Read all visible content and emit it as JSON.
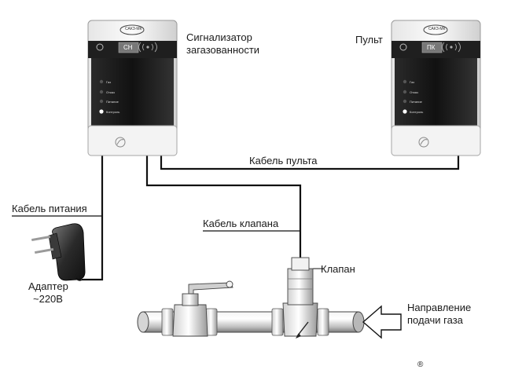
{
  "labels": {
    "alarm": [
      "Сигнализатор",
      "загазованности"
    ],
    "remote": "Пульт",
    "remote_cable": "Кабель пульта",
    "power_cable": "Кабель питания",
    "valve_cable": "Кабель клапана",
    "valve": "Клапан",
    "adapter": [
      "Адаптер",
      "~220В"
    ],
    "direction": [
      "Направление",
      "подачи газа"
    ],
    "registered": "®"
  },
  "devices": {
    "alarm": {
      "brand": "САКЗ-МК",
      "code": "СН",
      "leds": [
        "Газ",
        "Отказ",
        "Питание",
        "Контроль"
      ]
    },
    "remote": {
      "brand": "САКЗ-МК",
      "code": "ПК",
      "leds": [
        "Газ",
        "Отказ",
        "Питание",
        "Контроль"
      ]
    }
  },
  "colors": {
    "line": "#111111",
    "device_panel": "#1c1c1c",
    "device_body": "#f2f2f2",
    "pipe": "#d9d9d9"
  }
}
